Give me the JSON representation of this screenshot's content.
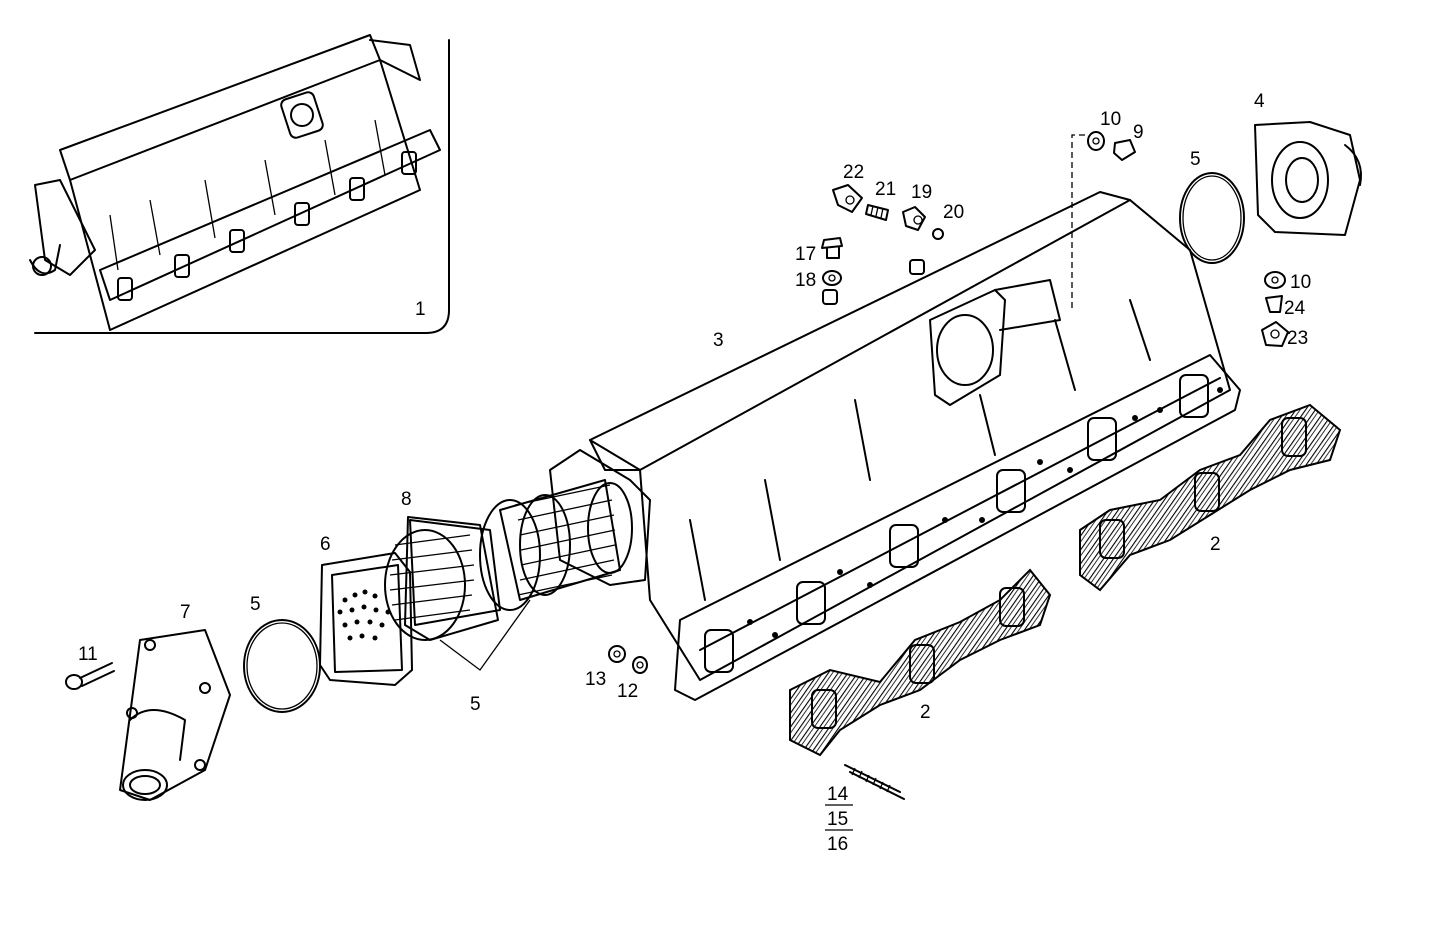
{
  "callouts": {
    "assembly": "1",
    "gasket_front": "2",
    "gasket_rear": "2",
    "manifold": "3",
    "end_cover_right": "4",
    "oring_right": "5",
    "oring_left": "5",
    "core_oring": "5",
    "end_plate": "6",
    "end_cover_left": "7",
    "core_gasket": "8",
    "plug_9": "9",
    "washer_10_top": "10",
    "washer_10_side": "10",
    "screw_11": "11",
    "washer_12": "12",
    "nut_13": "13",
    "stud_14": "14",
    "stud_15": "15",
    "stud_16": "16",
    "plug_17": "17",
    "washer_18": "18",
    "fitting_19": "19",
    "washer_20": "20",
    "nipple_21": "21",
    "cap_22": "22",
    "nipple_23": "23",
    "plug_24": "24"
  }
}
